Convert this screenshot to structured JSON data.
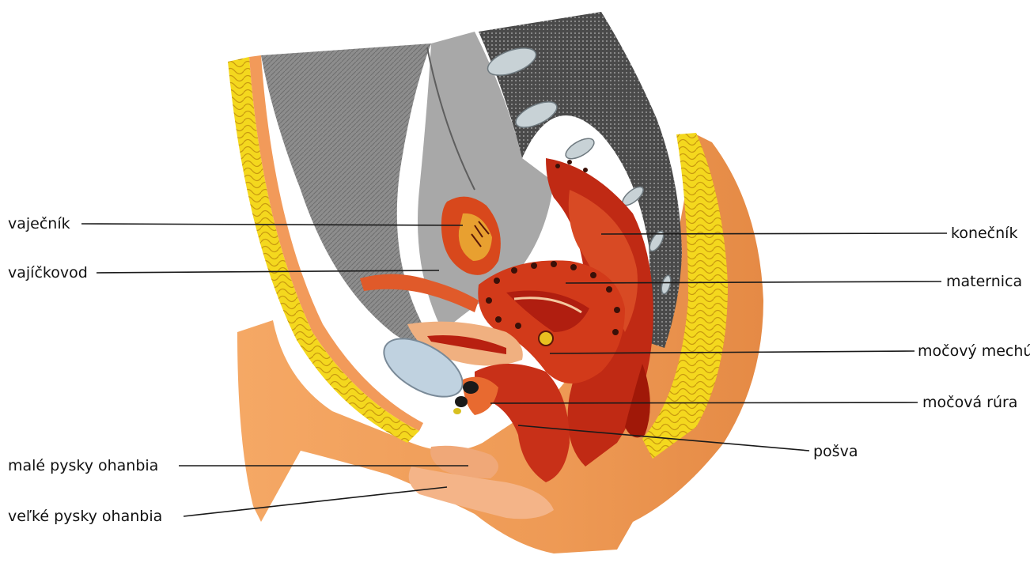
{
  "labels": {
    "ovary": "vaječník",
    "fallopian_tube": "vajíčkovod",
    "labia_minora": "malé pysky ohanbia",
    "labia_majora": "veľké pysky ohanbia",
    "rectum": "konečník",
    "uterus": "maternica",
    "bladder": "močový mechúr",
    "urethra": "močová rúra",
    "vagina": "pošva"
  },
  "colors": {
    "skin": "#f0a060",
    "fat": "#f2d21a",
    "muscle": "#d23a1a",
    "organ_dark": "#b01e10",
    "gray_tissue": "#9a9a9a",
    "bone": "#c8d2d6"
  }
}
